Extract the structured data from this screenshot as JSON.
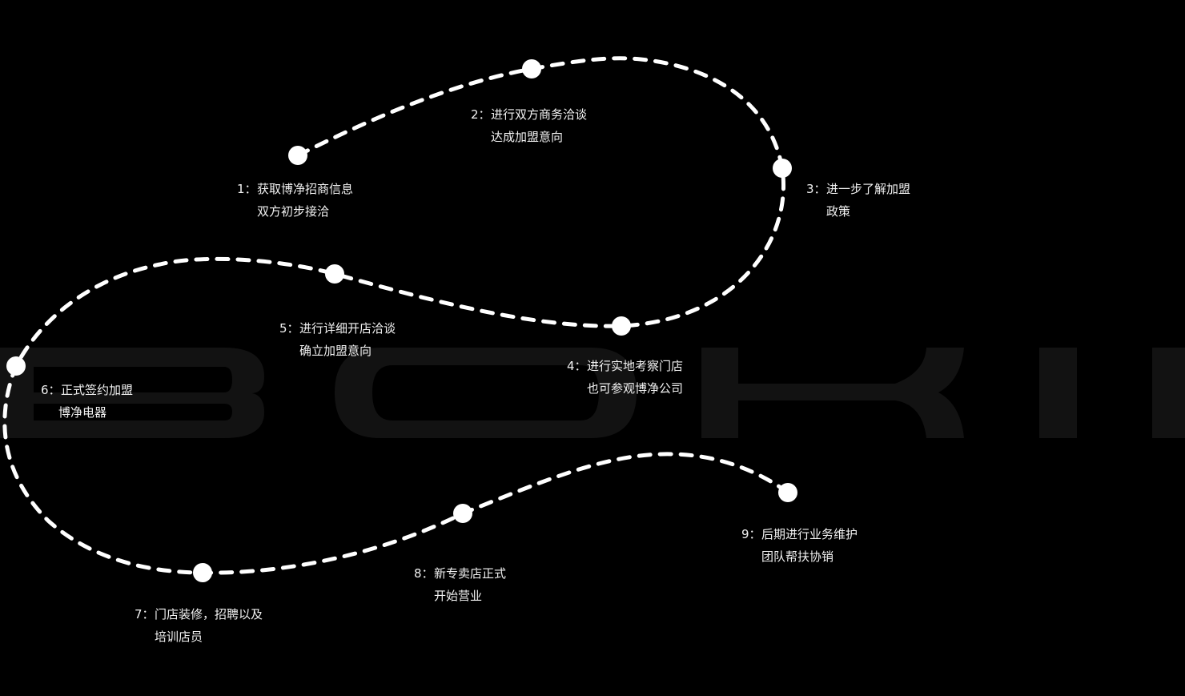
{
  "watermark": {
    "text": "BOKII",
    "color": "#121212"
  },
  "path": {
    "stroke": "#ffffff",
    "node_color": "#ffffff"
  },
  "steps": [
    {
      "num": "1：",
      "line1": "获取博净招商信息",
      "line2": "双方初步接洽"
    },
    {
      "num": "2：",
      "line1": "进行双方商务洽谈",
      "line2": "达成加盟意向"
    },
    {
      "num": "3：",
      "line1": "进一步了解加盟",
      "line2": "政策"
    },
    {
      "num": "4：",
      "line1": "进行实地考察门店",
      "line2": "也可参观博净公司"
    },
    {
      "num": "5：",
      "line1": "进行详细开店洽谈",
      "line2": "确立加盟意向"
    },
    {
      "num": "6：",
      "line1": "正式签约加盟",
      "line2": "博净电器"
    },
    {
      "num": "7：",
      "line1": "门店装修，招聘以及",
      "line2": "培训店员"
    },
    {
      "num": "8：",
      "line1": "新专卖店正式",
      "line2": "开始营业"
    },
    {
      "num": "9：",
      "line1": "后期进行业务维护",
      "line2": "团队帮扶协销"
    }
  ]
}
